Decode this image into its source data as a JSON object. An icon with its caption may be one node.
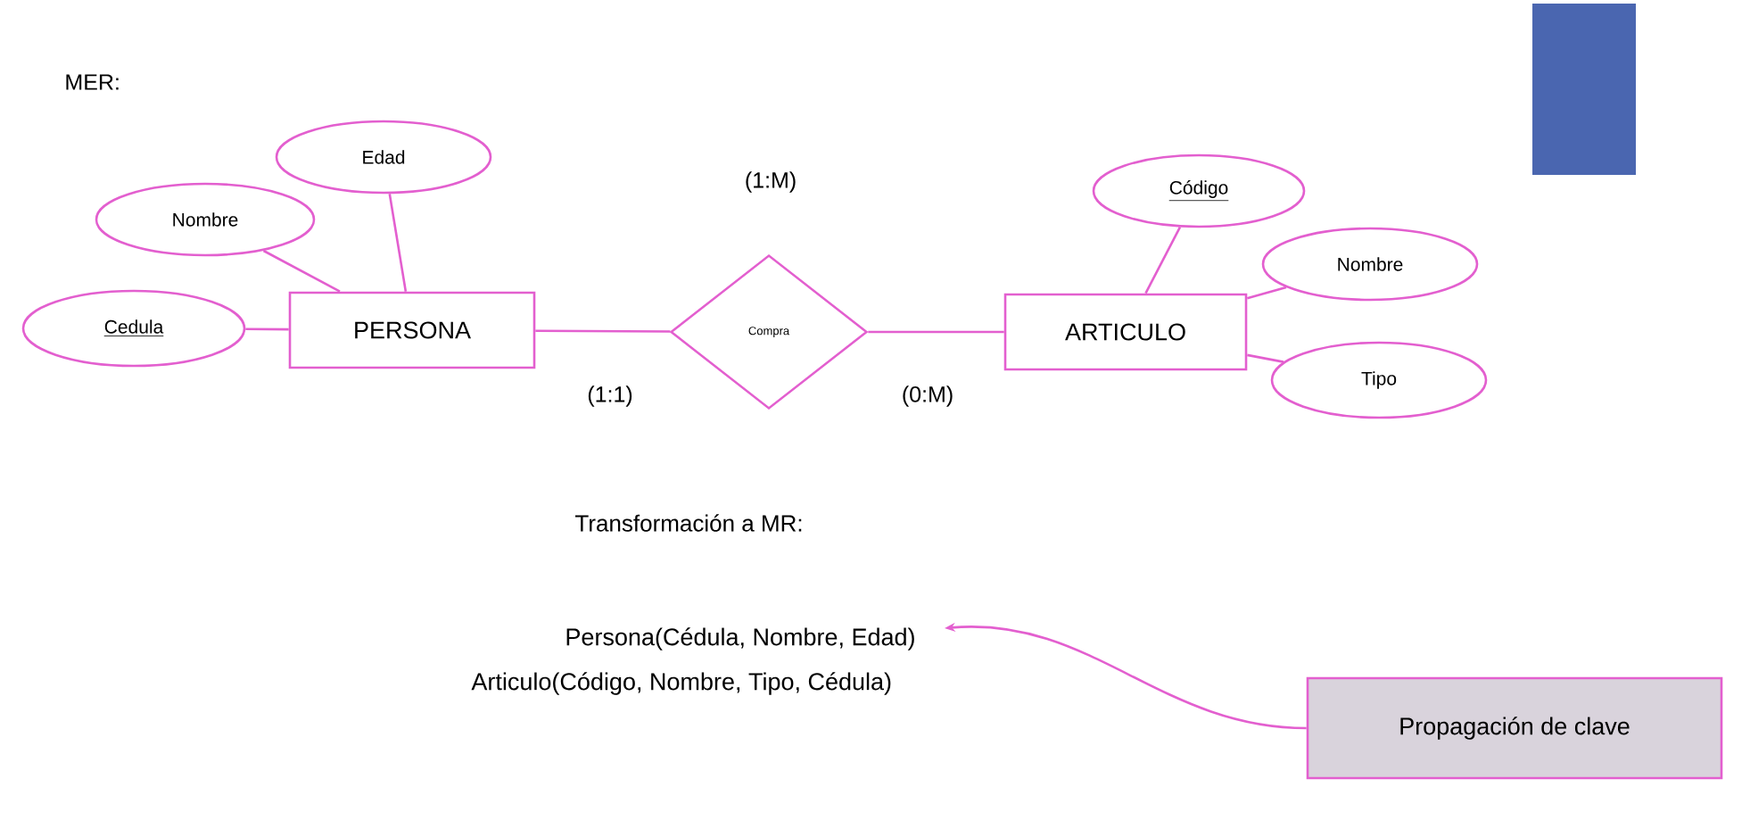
{
  "diagram": {
    "nodes": [
      {
        "text": [
          "Edad"
        ]
      },
      {
        "text": [
          "Nombre"
        ]
      },
      {
        "text": [
          "Cedula"
        ]
      },
      {
        "text": [
          "PERSONA"
        ]
      },
      {
        "text": [
          "Compra"
        ]
      },
      {
        "text": [
          "ARTICULO"
        ]
      },
      {
        "text": [
          "Código"
        ]
      },
      {
        "text": [
          "Nombre"
        ]
      },
      {
        "text": [
          "Tipo"
        ]
      },
      {
        "text": [
          "Persona(Cédula, Nombre, Edad)"
        ]
      },
      {
        "text": [
          "Propagación de clave"
        ]
      }
    ],
    "edges": [
      {
        "from": 0,
        "to": 3,
        "arrow": "none"
      },
      {
        "from": 1,
        "to": 3,
        "arrow": "none"
      },
      {
        "from": 2,
        "to": 3,
        "arrow": "none"
      },
      {
        "from": 3,
        "to": 4,
        "arrow": "none"
      },
      {
        "from": 4,
        "to": 5,
        "arrow": "none"
      },
      {
        "from": 6,
        "to": 5,
        "arrow": "none"
      },
      {
        "from": 7,
        "to": 5,
        "arrow": "none"
      },
      {
        "from": 8,
        "to": 5,
        "arrow": "none"
      },
      {
        "from": 10,
        "to": 9,
        "arrow": "to"
      }
    ],
    "labels": [
      "MER:",
      "(1:M)",
      "(1:1)",
      "(0:M)",
      "Transformación a MR:",
      "Articulo(Código, Nombre, Tipo, Cédula)"
    ]
  }
}
